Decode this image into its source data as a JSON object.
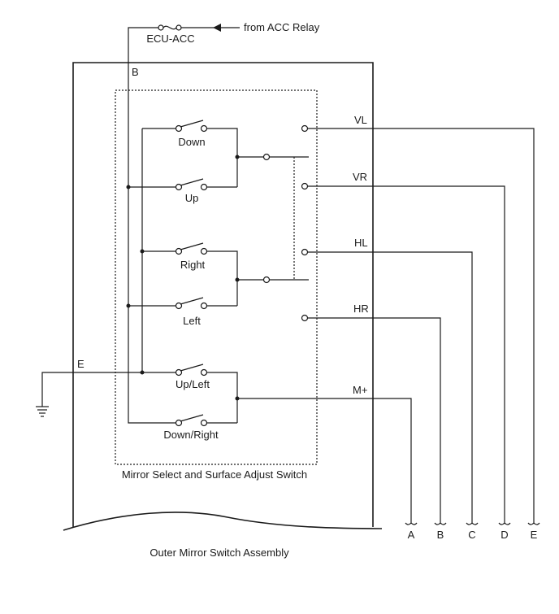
{
  "labels": {
    "fuse": "ECU-ACC",
    "source": "from ACC Relay",
    "terminal_b": "B",
    "terminal_e": "E",
    "switch_down": "Down",
    "switch_up": "Up",
    "switch_right": "Right",
    "switch_left": "Left",
    "switch_upleft": "Up/Left",
    "switch_downright": "Down/Right",
    "out_vl": "VL",
    "out_vr": "VR",
    "out_hl": "HL",
    "out_hr": "HR",
    "out_mplus": "M+",
    "inner_box": "Mirror Select and Surface Adjust Switch",
    "assembly": "Outer Mirror Switch Assembly",
    "conn_a": "A",
    "conn_b": "B",
    "conn_c": "C",
    "conn_d": "D",
    "conn_e": "E"
  }
}
